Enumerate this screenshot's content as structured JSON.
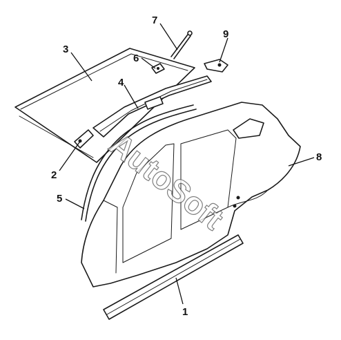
{
  "callouts": {
    "c1": "1",
    "c2": "2",
    "c3": "3",
    "c4": "4",
    "c5": "5",
    "c6": "6",
    "c7": "7",
    "c8": "8",
    "c9": "9"
  },
  "watermark": "AutoSoft"
}
